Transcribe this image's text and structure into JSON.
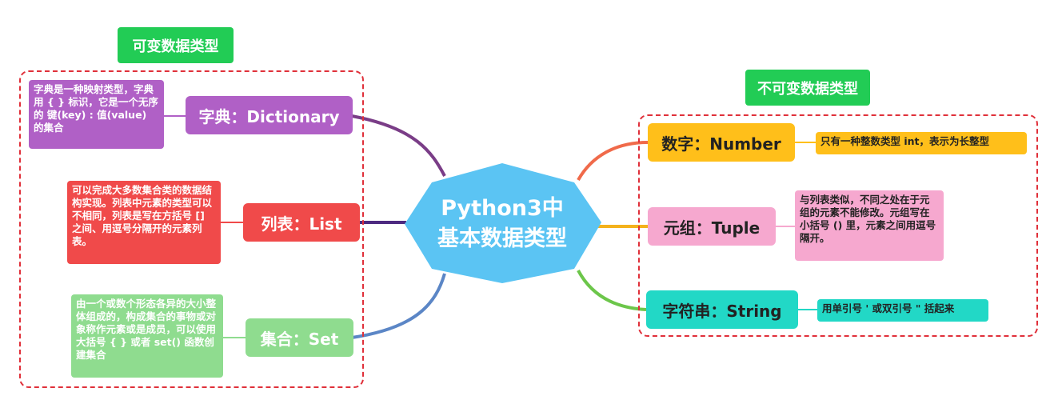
{
  "central": {
    "line1": "Python3中",
    "line2": "基本数据类型",
    "color": "#5bc4f3"
  },
  "mutable": {
    "title": "可变数据类型",
    "items": [
      {
        "label": "字典：Dictionary",
        "color": "#b060c6",
        "edge_color": "#7a3d87",
        "description": "字典是一种映射类型，字典用 { } 标识，它是一个无序的 键(key) : 值(value) 的集合"
      },
      {
        "label": "列表：List",
        "color": "#f04a4a",
        "edge_color": "#4d2a80",
        "description": "可以完成大多数集合类的数据结构实现。列表中元素的类型可以不相同，列表是写在方括号 [] 之间、用逗号分隔开的元素列表。"
      },
      {
        "label": "集合：Set",
        "color": "#8fdc8f",
        "edge_color": "#5b86c6",
        "description": "由一个或数个形态各异的大小整体组成的，构成集合的事物或对象称作元素或是成员，可以使用大括号 { } 或者 set() 函数创建集合"
      }
    ]
  },
  "immutable": {
    "title": "不可变数据类型",
    "items": [
      {
        "label": "数字：Number",
        "color": "#ffbf1a",
        "edge_color": "#f06a4a",
        "description": "只有一种整数类型 int，表示为长整型"
      },
      {
        "label": "元组：Tuple",
        "color": "#f6a8cf",
        "edge_color": "#f4b21c",
        "description": "与列表类似，不同之处在于元组的元素不能修改。元组写在小括号 () 里，元素之间用逗号隔开。"
      },
      {
        "label": "字符串：String",
        "color": "#22d8c6",
        "edge_color": "#6cc64a",
        "description": "用单引号 ' 或双引号 \" 括起来"
      }
    ]
  }
}
